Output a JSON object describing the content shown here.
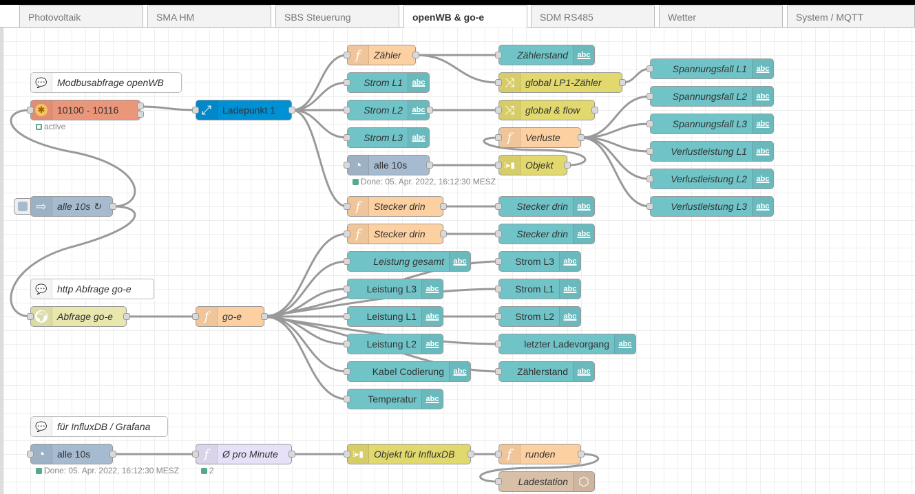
{
  "tabs": [
    {
      "label": "Photovoltaik",
      "active": false
    },
    {
      "label": "SMA HM",
      "active": false
    },
    {
      "label": "SBS Steuerung",
      "active": false
    },
    {
      "label": "openWB & go-e",
      "active": true
    },
    {
      "label": "SDM RS485",
      "active": false
    },
    {
      "label": "Wetter",
      "active": false
    },
    {
      "label": "System / MQTT",
      "active": false
    }
  ],
  "colors": {
    "function": "#fdd0a2",
    "debug": "#87a980",
    "text_node": "#70c4c8",
    "change": "#e2d96e",
    "inject": "#a6bbcf",
    "modbus": "#e9967a",
    "split": "#0090d4",
    "http": "#e7e7ae",
    "smooth": "#e6e0f8",
    "influx": "#d8bfa8",
    "status_green": "#5a8"
  },
  "nodes": {
    "comment_modbus": {
      "label": "Modbusabfrage openWB",
      "icon": "comment-icon"
    },
    "modbus_read": {
      "label": "10100 - 10116",
      "icon": "modbus-icon",
      "status": "active"
    },
    "ladepunkt": {
      "label": "Ladepunkt 1",
      "icon": "split-icon"
    },
    "zaehler_fn": {
      "label": "Zähler",
      "icon": "function-icon"
    },
    "strom_l1": {
      "label": "Strom L1",
      "icon": "abc"
    },
    "strom_l2": {
      "label": "Strom L2",
      "icon": "abc"
    },
    "strom_l3": {
      "label": "Strom L3",
      "icon": "abc"
    },
    "alle10s_a": {
      "label": "alle 10s",
      "icon": "timer-icon",
      "status": "Done: 05. Apr. 2022, 16:12:30 MESZ"
    },
    "stecker_fn_a": {
      "label": "Stecker drin",
      "icon": "function-icon"
    },
    "zaehlerstand_a": {
      "label": "Zählerstand",
      "icon": "abc"
    },
    "global_lp1": {
      "label": "global LP1-Zähler",
      "icon": "change-icon"
    },
    "global_flow": {
      "label": "global & flow",
      "icon": "change-icon"
    },
    "verluste": {
      "label": "Verluste",
      "icon": "function-icon"
    },
    "objekt": {
      "label": "Objekt",
      "icon": "join-icon"
    },
    "stecker_a": {
      "label": "Stecker drin",
      "icon": "abc"
    },
    "spann_l1": {
      "label": "Spannungsfall L1",
      "icon": "abc"
    },
    "spann_l2": {
      "label": "Spannungsfall L2",
      "icon": "abc"
    },
    "spann_l3": {
      "label": "Spannungsfall L3",
      "icon": "abc"
    },
    "verl_l1": {
      "label": "Verlustleistung L1",
      "icon": "abc"
    },
    "verl_l2": {
      "label": "Verlustleistung L2",
      "icon": "abc"
    },
    "verl_l3": {
      "label": "Verlustleistung L3",
      "icon": "abc"
    },
    "inject_loop": {
      "label": "alle 10s ↻",
      "icon": "inject-icon"
    },
    "comment_http": {
      "label": "http Abfrage go-e",
      "icon": "comment-icon"
    },
    "http_goe": {
      "label": "Abfrage go-e",
      "icon": "globe-icon"
    },
    "goe_fn": {
      "label": "go-e",
      "icon": "function-icon"
    },
    "stecker_fn_b": {
      "label": "Stecker drin",
      "icon": "function-icon"
    },
    "stecker_b": {
      "label": "Stecker drin",
      "icon": "abc"
    },
    "leistung_ges": {
      "label": "Leistung gesamt",
      "icon": "abc"
    },
    "leistung_l3": {
      "label": "Leistung L3",
      "icon": "abc"
    },
    "leistung_l1": {
      "label": "Leistung L1",
      "icon": "abc"
    },
    "leistung_l2": {
      "label": "Leistung L2",
      "icon": "abc"
    },
    "kabel": {
      "label": "Kabel Codierung",
      "icon": "abc"
    },
    "temperatur": {
      "label": "Temperatur",
      "icon": "abc"
    },
    "strom_l3_b": {
      "label": "Strom L3",
      "icon": "abc"
    },
    "strom_l1_b": {
      "label": "Strom L1",
      "icon": "abc"
    },
    "strom_l2_b": {
      "label": "Strom L2",
      "icon": "abc"
    },
    "letzter": {
      "label": "letzter Ladevorgang",
      "icon": "abc"
    },
    "zaehlerstand_b": {
      "label": "Zählerstand",
      "icon": "abc"
    },
    "comment_influx": {
      "label": "für InfluxDB / Grafana",
      "icon": "comment-icon"
    },
    "alle10s_b": {
      "label": "alle 10s",
      "icon": "timer-icon",
      "status": "Done: 05. Apr. 2022, 16:12:30 MESZ"
    },
    "pro_minute": {
      "label": "Ø pro Minute",
      "icon": "function-icon",
      "status": "2"
    },
    "objekt_influx": {
      "label": "Objekt für InfluxDB",
      "icon": "join-icon"
    },
    "runden": {
      "label": "runden",
      "icon": "function-icon"
    },
    "ladestation": {
      "label": "Ladestation",
      "icon": "influxdb-icon"
    }
  },
  "abc_label": "abc"
}
